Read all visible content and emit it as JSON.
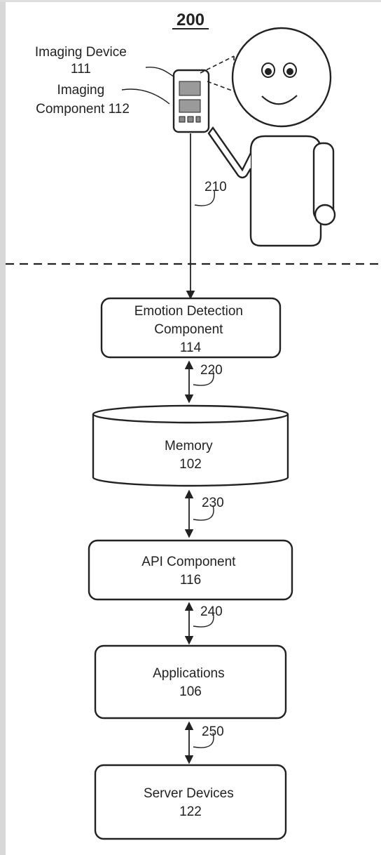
{
  "figure": {
    "number": "200",
    "device_label": [
      "Imaging Device",
      "111"
    ],
    "component_label": [
      "Imaging",
      "Component 112"
    ],
    "connections": [
      "210",
      "220",
      "230",
      "240",
      "250"
    ],
    "boxes": [
      {
        "id": "emotion",
        "lines": [
          "Emotion Detection",
          "Component",
          "114"
        ]
      },
      {
        "id": "memory",
        "lines": [
          "Memory",
          "102"
        ]
      },
      {
        "id": "api",
        "lines": [
          "API Component",
          "116"
        ]
      },
      {
        "id": "apps",
        "lines": [
          "Applications",
          "106"
        ]
      },
      {
        "id": "server",
        "lines": [
          "Server Devices",
          "122"
        ]
      }
    ]
  }
}
